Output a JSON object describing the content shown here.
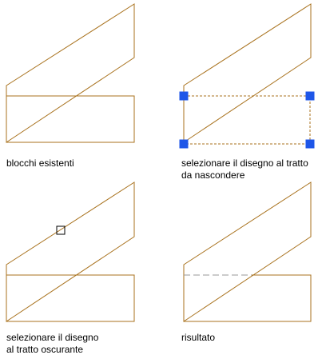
{
  "colors": {
    "line": "#a8711c",
    "grip": "#1e56e8",
    "hidden_dash": "#999999",
    "text": "#000000"
  },
  "panels": [
    {
      "id": "existing",
      "caption_lines": [
        "blocchi esistenti"
      ]
    },
    {
      "id": "select-hide",
      "caption_lines": [
        "selezionare il disegno al tratto",
        "da nascondere"
      ]
    },
    {
      "id": "select-obscure",
      "caption_lines": [
        "selezionare il disegno",
        "al tratto oscurante"
      ]
    },
    {
      "id": "result",
      "caption_lines": [
        "risultato"
      ]
    }
  ]
}
